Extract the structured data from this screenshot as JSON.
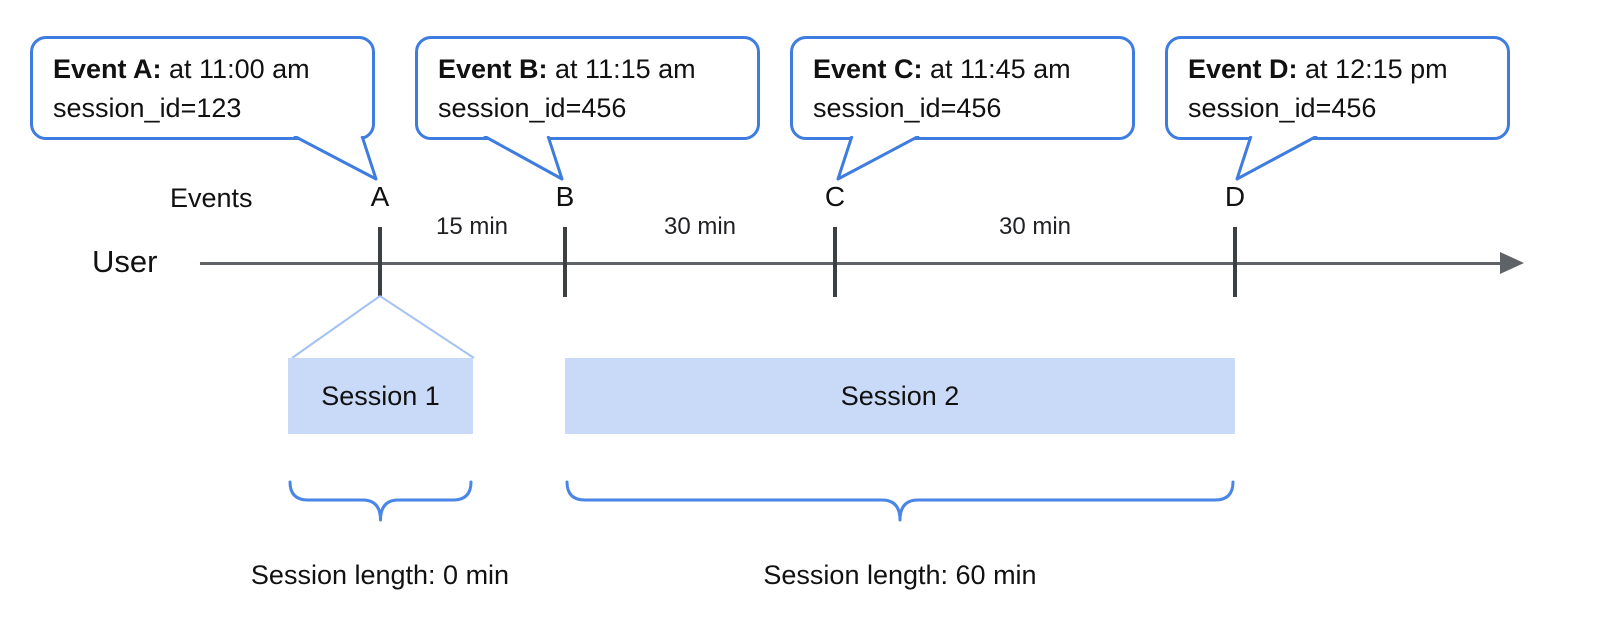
{
  "callouts": [
    {
      "bold": "Event A:",
      "text": " at 11:00 am",
      "line2": "session_id=123"
    },
    {
      "bold": "Event B:",
      "text": " at 11:15 am",
      "line2": "session_id=456"
    },
    {
      "bold": "Event C:",
      "text": " at 11:45 am",
      "line2": "session_id=456"
    },
    {
      "bold": "Event D:",
      "text": " at 12:15 pm",
      "line2": "session_id=456"
    }
  ],
  "timeline": {
    "events_label": "Events",
    "user_label": "User",
    "markers": [
      "A",
      "B",
      "C",
      "D"
    ],
    "gaps": [
      "15 min",
      "30 min",
      "30 min"
    ]
  },
  "sessions": [
    {
      "label": "Session 1",
      "length_label": "Session length: 0 min"
    },
    {
      "label": "Session 2",
      "length_label": "Session length: 60 min"
    }
  ],
  "colors": {
    "callout_border": "#3e7ce0",
    "session_fill": "#c9daf8",
    "brace": "#4a86e8",
    "funnel_line": "#a4c2f4",
    "timeline": "#5f6368",
    "tick": "#3c4043"
  }
}
